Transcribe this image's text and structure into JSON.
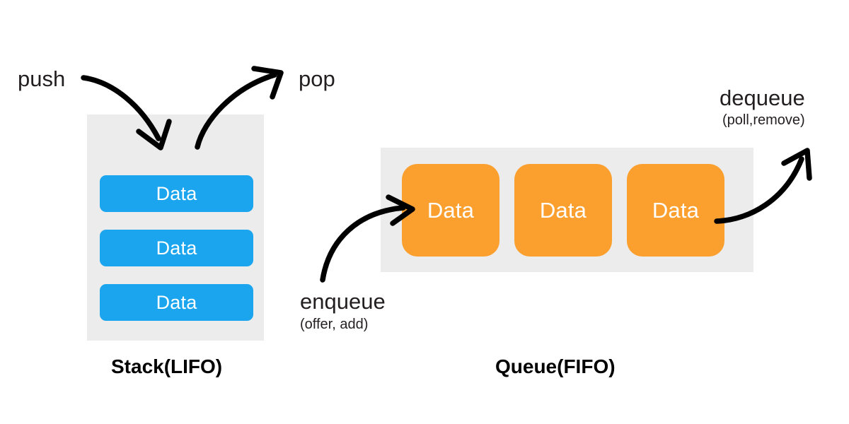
{
  "diagram": {
    "title_stack": "Stack(LIFO)",
    "title_queue": "Queue(FIFO)",
    "colors": {
      "stack_cell": "#1ba5ee",
      "queue_cell": "#fba02f",
      "tray": "#ececec",
      "arrow": "#000000",
      "cell_text": "#ffffff",
      "label_text": "#231f20",
      "background": "#ffffff"
    }
  },
  "stack": {
    "label": "Stack(LIFO)",
    "push": {
      "label": "push"
    },
    "pop": {
      "label": "pop"
    },
    "cells": [
      {
        "text": "Data"
      },
      {
        "text": "Data"
      },
      {
        "text": "Data"
      }
    ]
  },
  "queue": {
    "label": "Queue(FIFO)",
    "enqueue": {
      "label": "enqueue",
      "sub": "(offer, add)"
    },
    "dequeue": {
      "label": "dequeue",
      "sub": "(poll,remove)"
    },
    "cells": [
      {
        "text": "Data"
      },
      {
        "text": "Data"
      },
      {
        "text": "Data"
      }
    ]
  }
}
